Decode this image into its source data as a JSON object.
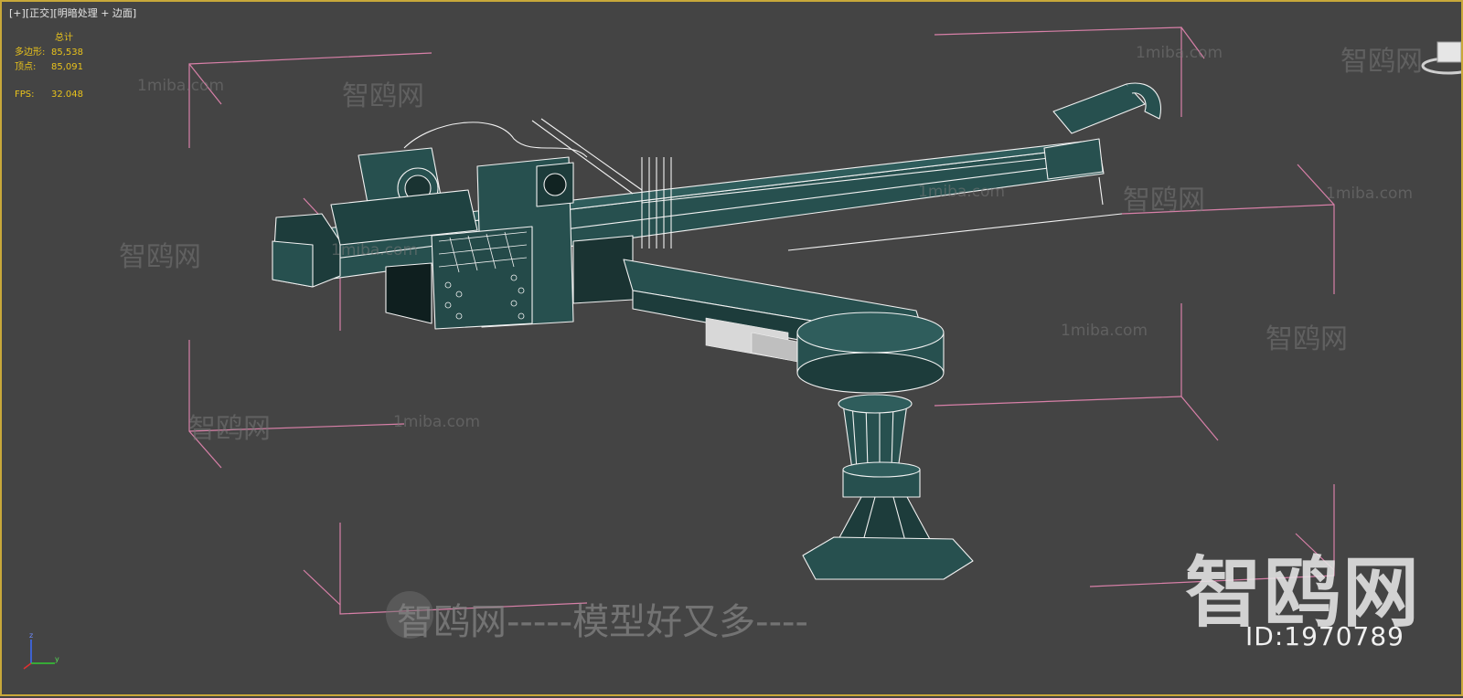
{
  "viewport": {
    "label_plus": "[+]",
    "label_view": "[正交]",
    "label_shading": "[明暗处理 + 边面]"
  },
  "stats": {
    "total_label": "总计",
    "polygons_label": "多边形:",
    "polygons_value": "85,538",
    "vertices_label": "顶点:",
    "vertices_value": "85,091",
    "fps_label": "FPS:",
    "fps_value": "32.048"
  },
  "watermarks": {
    "site": "1miba.com",
    "brand_dash": "智鸥网",
    "slogan": "智鸥网-----模型好又多----",
    "brand_big": "智鸥网",
    "id": "ID:1970789"
  },
  "colors": {
    "background": "#444444",
    "active_border": "#c8a83a",
    "stats_text": "#e8c21c",
    "bbox_lines": "#d880a8",
    "model_fill": "#27504f",
    "wire": "#f2f2f2"
  },
  "icons": {
    "viewcube": "viewcube-icon",
    "axis": "axis-tripod-icon"
  }
}
